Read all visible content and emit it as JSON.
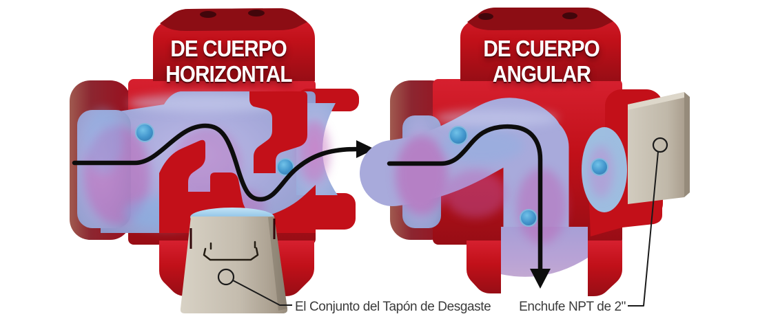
{
  "diagram": {
    "background": "#ffffff",
    "left_view": {
      "title_line1": "DE CUERPO",
      "title_line2": "HORIZONTAL",
      "flow_direction": "entra por la izquierda, trayectoria en S, sale por la derecha",
      "callout_label": "El Conjunto del Tapón de Desgaste"
    },
    "right_view": {
      "title_line1": "DE CUERPO",
      "title_line2": "ANGULAR",
      "flow_direction": "entra por la izquierda, gira 90°, sale por abajo",
      "callout_label": "Enchufe NPT de 2\""
    },
    "colors": {
      "body_red": "#c31019",
      "body_red_dark": "#8c0d14",
      "body_red_deep": "#5f070d",
      "interior_lavender": "#a8aadb",
      "interior_blue": "#8fb9e3",
      "interior_magenta": "#c05fb4",
      "port_hole_blue": "#3d95cc",
      "plug_gray": "#c4bcae",
      "flow_arrow": "#0d0d0d",
      "leader_line": "#1a1a1a",
      "label_text": "#3b3b3b",
      "title_text": "#ffffff"
    }
  }
}
